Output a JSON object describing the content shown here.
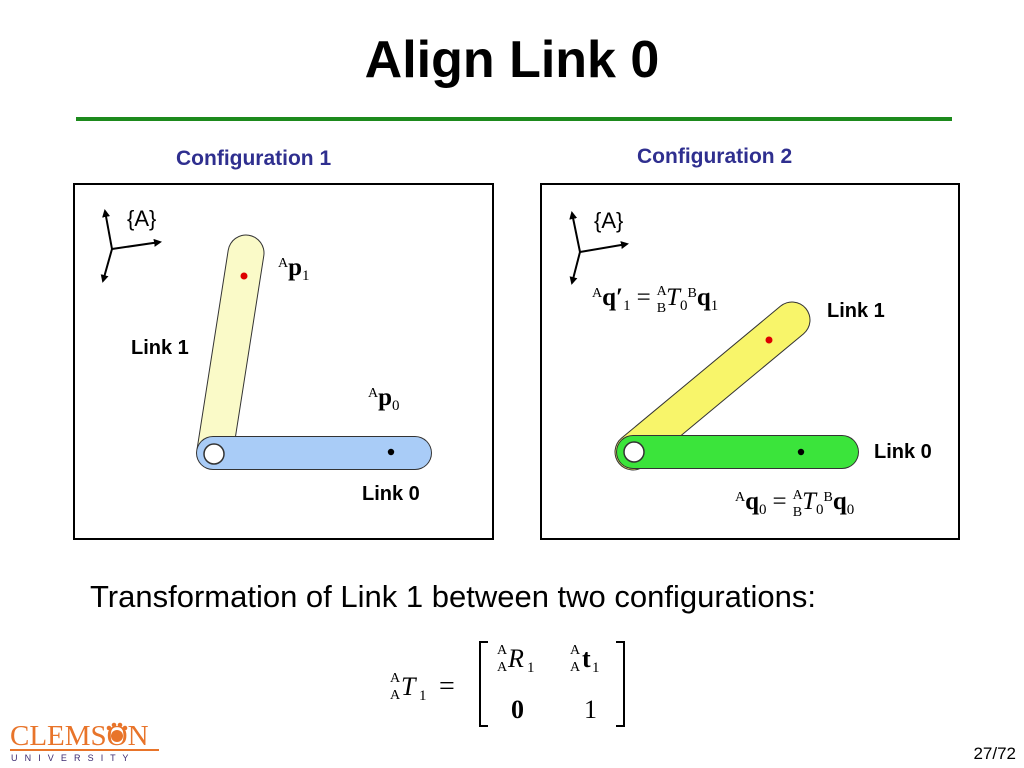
{
  "slide": {
    "title": "Align Link 0",
    "page": "27/72"
  },
  "config1": {
    "label": "Configuration 1",
    "frame": "{A}",
    "link1_label": "Link 1",
    "link0_label": "Link 0",
    "p1": {
      "sup": "A",
      "base": "p",
      "sub": "1"
    },
    "p0": {
      "sup": "A",
      "base": "p",
      "sub": "0"
    }
  },
  "config2": {
    "label": "Configuration 2",
    "frame": "{A}",
    "link1_label": "Link 1",
    "link0_label": "Link 0",
    "q1_eq": {
      "lhs_sup": "A",
      "lhs": "q′",
      "lhs_sub": "1",
      "eq": "=",
      "t_sup": "A",
      "t_sub": "B",
      "t": "T",
      "t_idx": "0",
      "rhs_sup": "B",
      "rhs": "q",
      "rhs_sub": "1"
    },
    "q0_eq": {
      "lhs_sup": "A",
      "lhs": "q",
      "lhs_sub": "0",
      "eq": "=",
      "t_sup": "A",
      "t_sub": "B",
      "t": "T",
      "t_idx": "0",
      "rhs_sup": "B",
      "rhs": "q",
      "rhs_sub": "0"
    }
  },
  "caption": "Transformation of Link 1 between two configurations:",
  "matrix": {
    "lhs_sup": "A",
    "lhs_sub": "A",
    "lhs": "T",
    "lhs_idx": "1",
    "eq": "=",
    "r_sup": "A",
    "r_sub": "A",
    "r": "R",
    "r_idx": "1",
    "t_sup": "A",
    "t_sub": "A",
    "t": "t",
    "t_idx": "1",
    "zero": "0",
    "one": "1"
  },
  "logo": {
    "name": "CLEMSON",
    "sub": "U N I V E R S I T Y",
    "brand_color": "#e8742a"
  },
  "colors": {
    "link1_config1": "#fafac8",
    "link0_config1": "#a9ccf7",
    "link1_config2": "#f8f56a",
    "link0_config2": "#3be43b",
    "heading_blue": "#2f2f8f",
    "rule_green": "#1d8a1d"
  }
}
